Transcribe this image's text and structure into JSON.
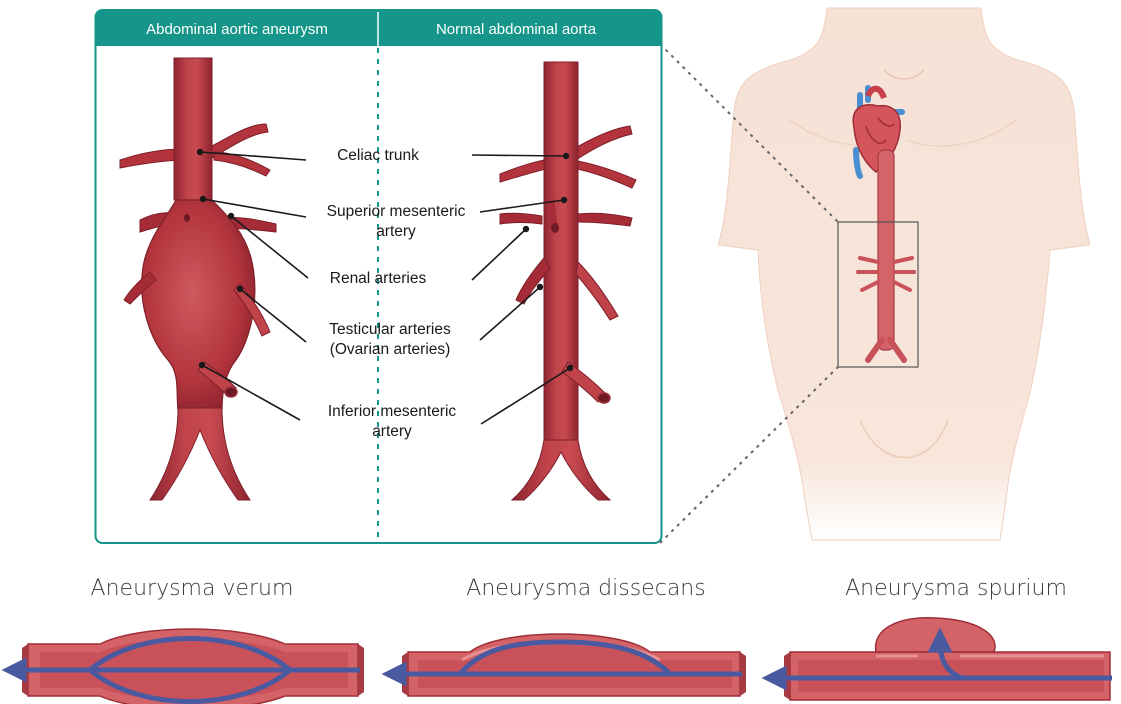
{
  "panel": {
    "left_header": "Abdominal aortic aneurysm",
    "right_header": "Normal abdominal aorta",
    "accent_color": "#16968a",
    "labels": {
      "celiac": "Celiac trunk",
      "sma_1": "Superior mesenteric",
      "sma_2": "artery",
      "renal": "Renal arteries",
      "testicular_1": "Testicular arteries",
      "testicular_2": "(Ovarian arteries)",
      "ima_1": "Inferior mesenteric",
      "ima_2": "artery"
    }
  },
  "types": {
    "verum": "Aneurysma verum",
    "dissecans": "Aneurysma dissecans",
    "spurium": "Aneurysma spurium"
  },
  "colors": {
    "artery": "#b3343c",
    "artery_dark": "#8e2430",
    "artery_light": "#cf5a5f",
    "flow_arrow": "#4a5aa0",
    "skin": "#f8e4d9"
  }
}
